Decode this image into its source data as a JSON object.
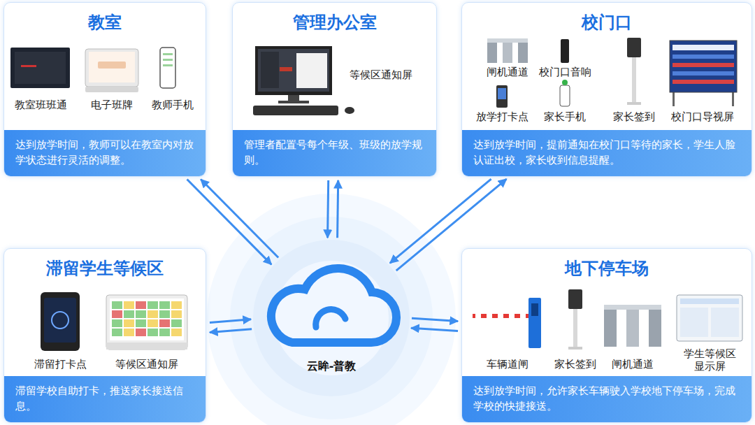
{
  "diagram": {
    "nodes": [
      {
        "text": [
          "教室"
        ]
      },
      {
        "text": [
          "达到放学时间，教师可以在教室内对放学状态进行灵活的调整。"
        ],
        "in": 0
      },
      {
        "text": [
          "管理办公室"
        ]
      },
      {
        "text": [
          "管理者配置号每个年级、班级的放学规则。"
        ],
        "in": 2
      },
      {
        "text": [
          "校门口"
        ]
      },
      {
        "text": [
          "达到放学时间，提前通知在校门口等待的家长，学生人脸认证出校，家长收到信息提醒。"
        ],
        "in": 4
      },
      {
        "text": [
          "云眸-普教"
        ]
      },
      {
        "text": [
          "滞留学生等候区"
        ]
      },
      {
        "text": [
          "滞留学校自助打卡，推送家长接送信息。"
        ],
        "in": 7
      },
      {
        "text": [
          "地下停车场"
        ]
      },
      {
        "text": [
          "达到放学时间，允许家长车辆驶入学校地下停车场，完成学校的快捷接送。"
        ],
        "in": 9
      }
    ],
    "edges": [
      {
        "from": 0,
        "to": 6,
        "arrow": "to"
      },
      {
        "from": 6,
        "to": 0,
        "arrow": "to"
      },
      {
        "from": 2,
        "to": 6,
        "arrow": "to"
      },
      {
        "from": 6,
        "to": 2,
        "arrow": "to"
      },
      {
        "from": 4,
        "to": 6,
        "arrow": "to"
      },
      {
        "from": 6,
        "to": 4,
        "arrow": "to"
      },
      {
        "from": 7,
        "to": 6,
        "arrow": "to"
      },
      {
        "from": 6,
        "to": 7,
        "arrow": "to"
      },
      {
        "from": 9,
        "to": 6,
        "arrow": "to"
      },
      {
        "from": 6,
        "to": 9,
        "arrow": "to"
      }
    ],
    "labels": [
      "教室班班通",
      "电子班牌",
      "教师手机",
      "等候区通知屏",
      "闸机通道",
      "校门口音响",
      "放学打卡点",
      "家长手机",
      "家长签到",
      "校门口导视屏",
      "滞留打卡点",
      "等候区通知屏",
      "车辆道闸",
      "家长签到",
      "闸机通道",
      "学生等候区 显示屏"
    ]
  }
}
